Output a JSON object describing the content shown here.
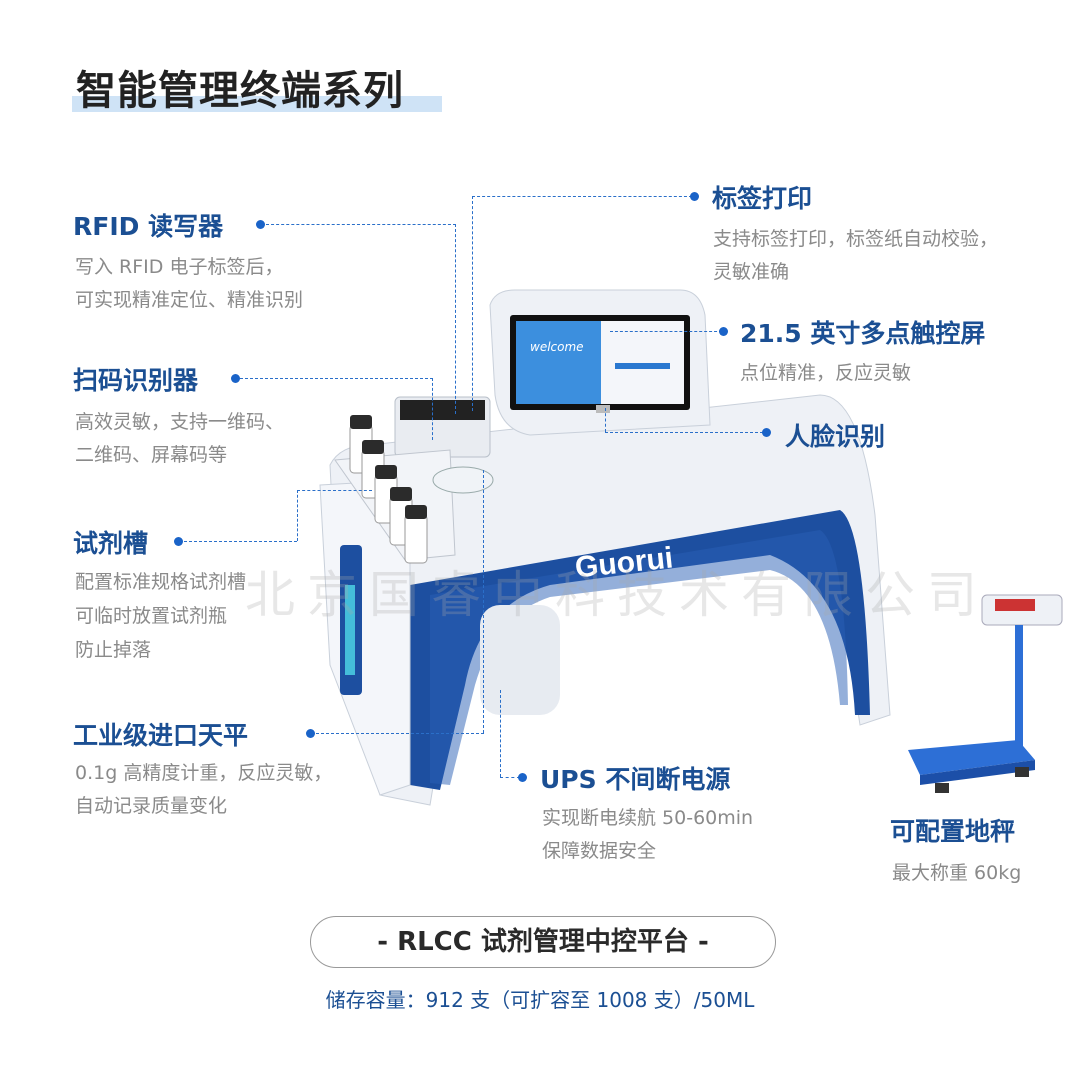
{
  "title": "智能管理终端系列",
  "watermark": "北京国睿中科技术有限公司",
  "product": {
    "brand_logo": "Guorui",
    "screen_text": "welcome"
  },
  "features": [
    {
      "title": "RFID 读写器",
      "desc": [
        "写入 RFID 电子标签后，",
        "可实现精准定位、精准识别"
      ]
    },
    {
      "title": "扫码识别器",
      "desc": [
        "高效灵敏，支持一维码、",
        "二维码、屏幕码等"
      ]
    },
    {
      "title": "试剂槽",
      "desc": [
        "配置标准规格试剂槽",
        "可临时放置试剂瓶",
        "防止掉落"
      ]
    },
    {
      "title": "工业级进口天平",
      "desc": [
        "0.1g 高精度计重，反应灵敏，",
        "自动记录质量变化"
      ]
    },
    {
      "title": "标签打印",
      "desc": [
        "支持标签打印，标签纸自动校验，",
        "灵敏准确"
      ]
    },
    {
      "title": "21.5 英寸多点触控屏",
      "desc": [
        "点位精准，反应灵敏"
      ]
    },
    {
      "title": "人脸识别",
      "desc": []
    },
    {
      "title": "UPS 不间断电源",
      "desc": [
        "实现断电续航 50-60min",
        "保障数据安全"
      ]
    },
    {
      "title": "可配置地秤",
      "desc": [
        "最大称重 60kg"
      ]
    }
  ],
  "platform_name": "- RLCC 试剂管理中控平台 -",
  "capacity": "储存容量：912 支（可扩容至 1008 支）/50ML",
  "colors": {
    "accent": "#1b4f93",
    "dot": "#1a63c8",
    "arch": "#1d4fa0"
  }
}
